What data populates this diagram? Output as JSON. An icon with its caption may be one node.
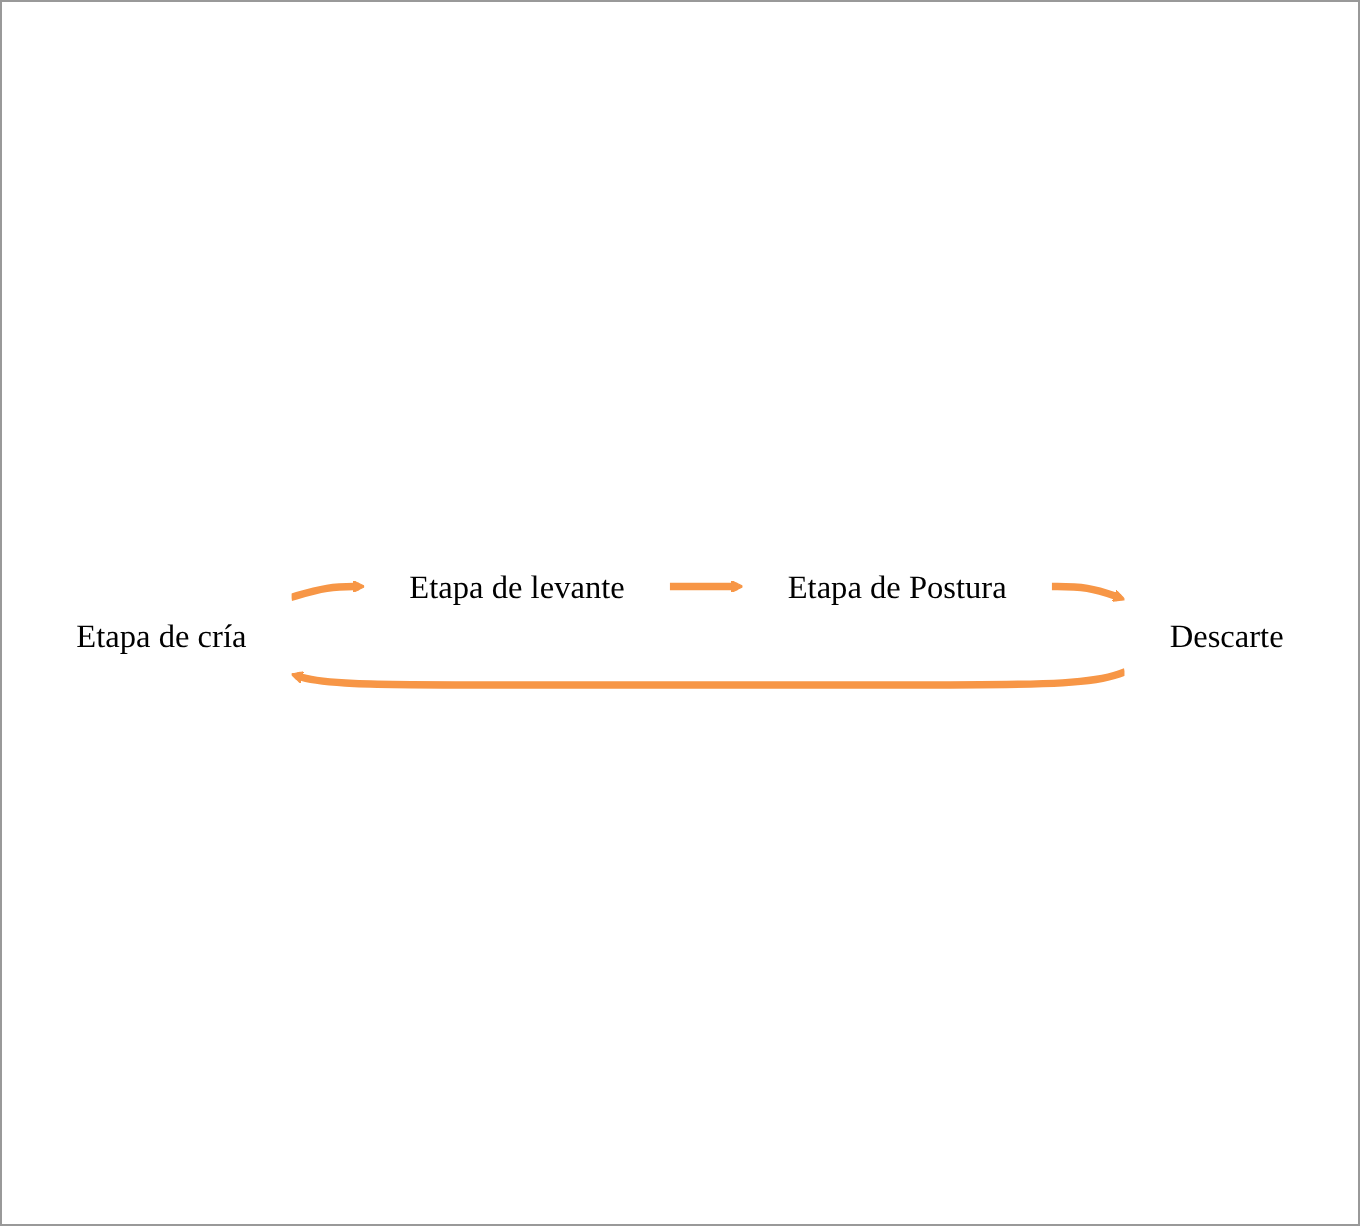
{
  "diagram": {
    "nodes": [
      {
        "text": [
          "Etapa de cría"
        ]
      },
      {
        "text": [
          "Etapa de levante"
        ]
      },
      {
        "text": [
          "Etapa de Postura"
        ]
      },
      {
        "text": [
          "Descarte"
        ]
      }
    ],
    "edges": [
      {
        "from": 0,
        "to": 1,
        "arrow": "to"
      },
      {
        "from": 1,
        "to": 2,
        "arrow": "to"
      },
      {
        "from": 2,
        "to": 3,
        "arrow": "to"
      },
      {
        "from": 3,
        "to": 0,
        "arrow": "to"
      }
    ]
  }
}
